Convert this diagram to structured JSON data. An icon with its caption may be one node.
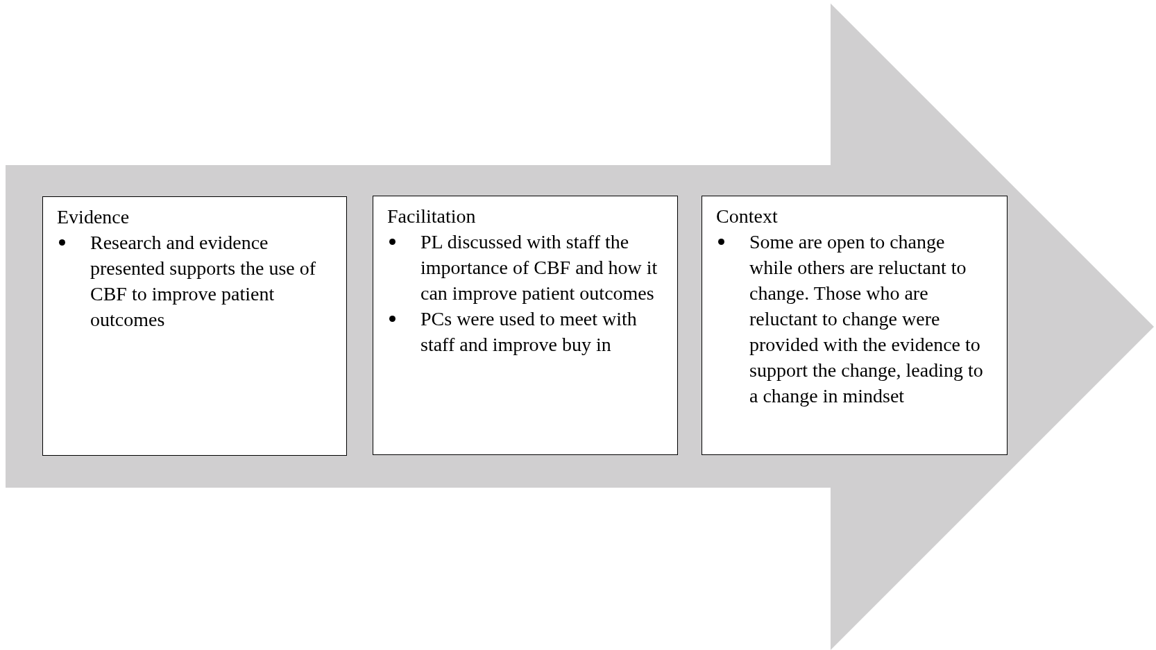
{
  "diagram": {
    "nodes": [
      {
        "text": [
          "Evidence",
          "Research and evidence presented supports the use of CBF to improve patient outcomes"
        ]
      },
      {
        "text": [
          "Facilitation",
          "PL discussed with staff the importance of CBF and how it can improve patient outcomes",
          "PCs were used to meet with staff and improve buy in"
        ]
      },
      {
        "text": [
          "Context",
          "Some are open to change while others are reluctant to change. Those who are reluctant to change were provided with the evidence to support the change, leading to a change in mindset"
        ]
      }
    ],
    "edges": []
  }
}
